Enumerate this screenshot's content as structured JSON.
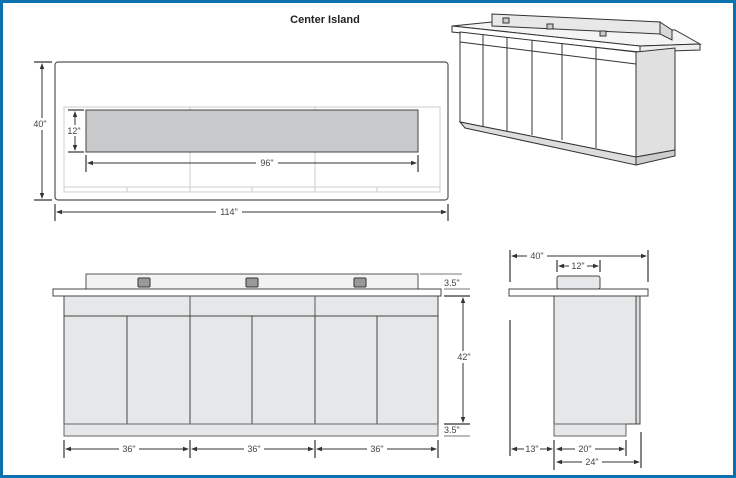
{
  "title": "Center Island",
  "plan_view": {
    "depth": "40\"",
    "width": "114\"",
    "backsplash_depth": "12\"",
    "backsplash_width": "96\""
  },
  "front_view": {
    "backsplash_height": "3.5\"",
    "height": "42\"",
    "toe_kick": "3.5\"",
    "sections": [
      "36\"",
      "36\"",
      "36\""
    ]
  },
  "side_view": {
    "depth": "40\"",
    "backsplash_depth": "12\"",
    "overhang": "13\"",
    "cabinet_depth": "20\"",
    "base_depth": "24\""
  },
  "colors": {
    "border": "#0b72ad",
    "panel": "#e6e7e8",
    "backsplash": "#c8c9cb"
  }
}
